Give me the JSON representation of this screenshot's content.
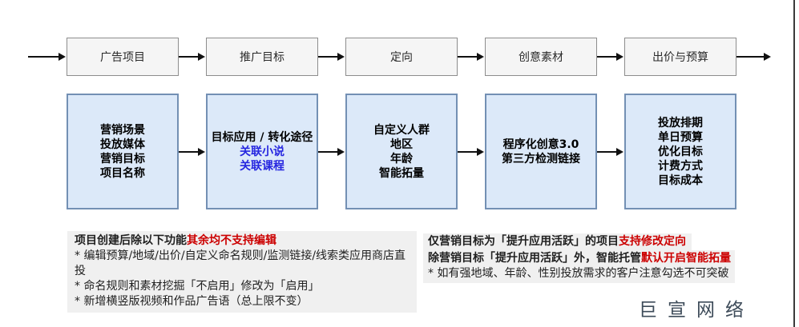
{
  "colors": {
    "accent_red": "#CC0000",
    "link_blue": "#2626E0",
    "detail_box_fill": "#DCE9F9",
    "detail_box_border": "#7390B4",
    "stage_box_fill": "#F5F5F5",
    "stage_box_border": "#8D8D8D",
    "note_background": "#F0F0F0",
    "logo_color": "#3D4B59"
  },
  "flow": {
    "stages": [
      {
        "title": "广告项目"
      },
      {
        "title": "推广目标"
      },
      {
        "title": "定向"
      },
      {
        "title": "创意素材"
      },
      {
        "title": "出价与预算"
      }
    ],
    "details": [
      {
        "lines": [
          "营销场景",
          "投放媒体",
          "营销目标",
          "项目名称"
        ]
      },
      {
        "lines": [
          "目标应用 / 转化途径",
          "关联小说",
          "关联课程"
        ]
      },
      {
        "lines": [
          "自定义人群",
          "地区",
          "年龄",
          "智能拓量"
        ]
      },
      {
        "lines": [
          "程序化创意3.0",
          "第三方检测链接"
        ]
      },
      {
        "lines": [
          "投放排期",
          "单日预算",
          "优化目标",
          "计费方式",
          "目标成本"
        ]
      }
    ]
  },
  "notes": {
    "left": {
      "title_black": "项目创建后除以下功能",
      "title_red": "其余均不支持编辑",
      "items": [
        "* 编辑预算/地域/出价/自定义命名规则/监测链接/线索类应用商店直投",
        "* 命名规则和素材挖掘「不启用」修改为「启用」",
        "* 新增横竖版视频和作品广告语（总上限不变）"
      ]
    },
    "right": {
      "line1_black": "仅营销目标为「提升应用活跃」的项目",
      "line1_red": "支持修改定向",
      "line2_black": "除营销目标「提升应用活跃」外，智能托管",
      "line2_red": "默认开启智能拓量",
      "line3": "* 如有强地域、年龄、性别投放需求的客户注意勾选不可突破"
    }
  },
  "logo": "巨宣网络"
}
